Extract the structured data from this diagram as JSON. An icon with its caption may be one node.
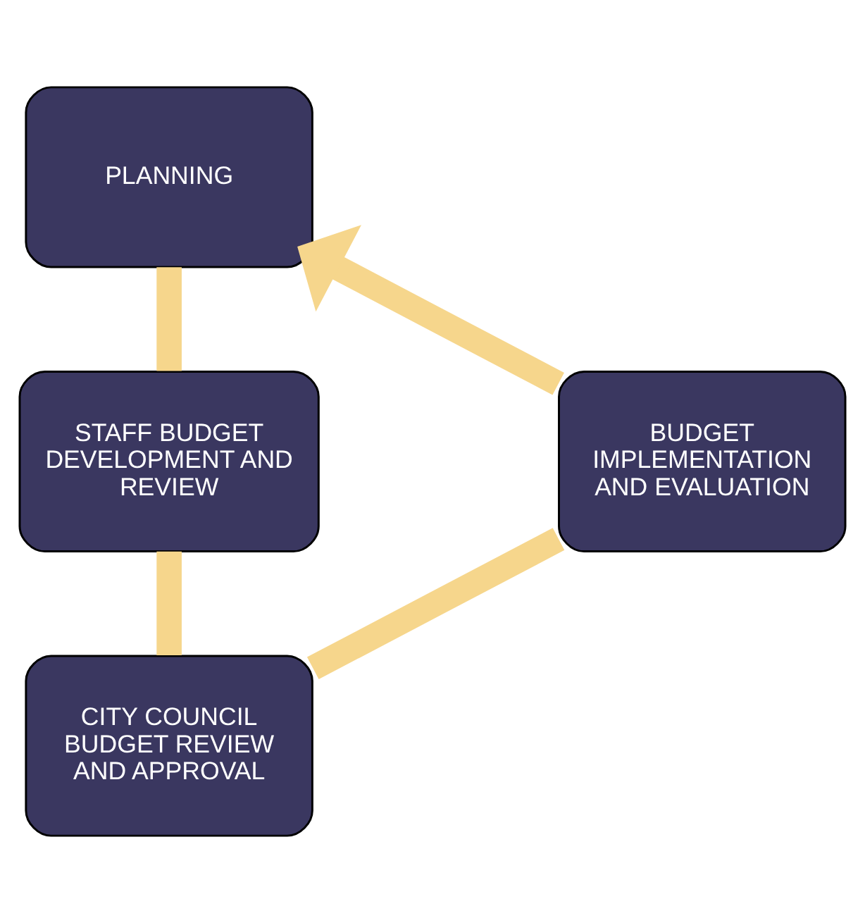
{
  "diagram": {
    "nodes": [
      {
        "text": [
          "PLANNING"
        ]
      },
      {
        "text": [
          "STAFF BUDGET DEVELOPMENT AND REVIEW"
        ]
      },
      {
        "text": [
          "CITY COUNCIL BUDGET REVIEW AND APPROVAL"
        ]
      },
      {
        "text": [
          "BUDGET IMPLEMENTATION AND EVALUATION"
        ]
      }
    ],
    "edges": [
      {
        "from": 0,
        "to": 1,
        "arrow": "none"
      },
      {
        "from": 1,
        "to": 2,
        "arrow": "none"
      },
      {
        "from": 2,
        "to": 3,
        "arrow": "none"
      },
      {
        "from": 3,
        "to": 0,
        "arrow": "to"
      }
    ]
  }
}
